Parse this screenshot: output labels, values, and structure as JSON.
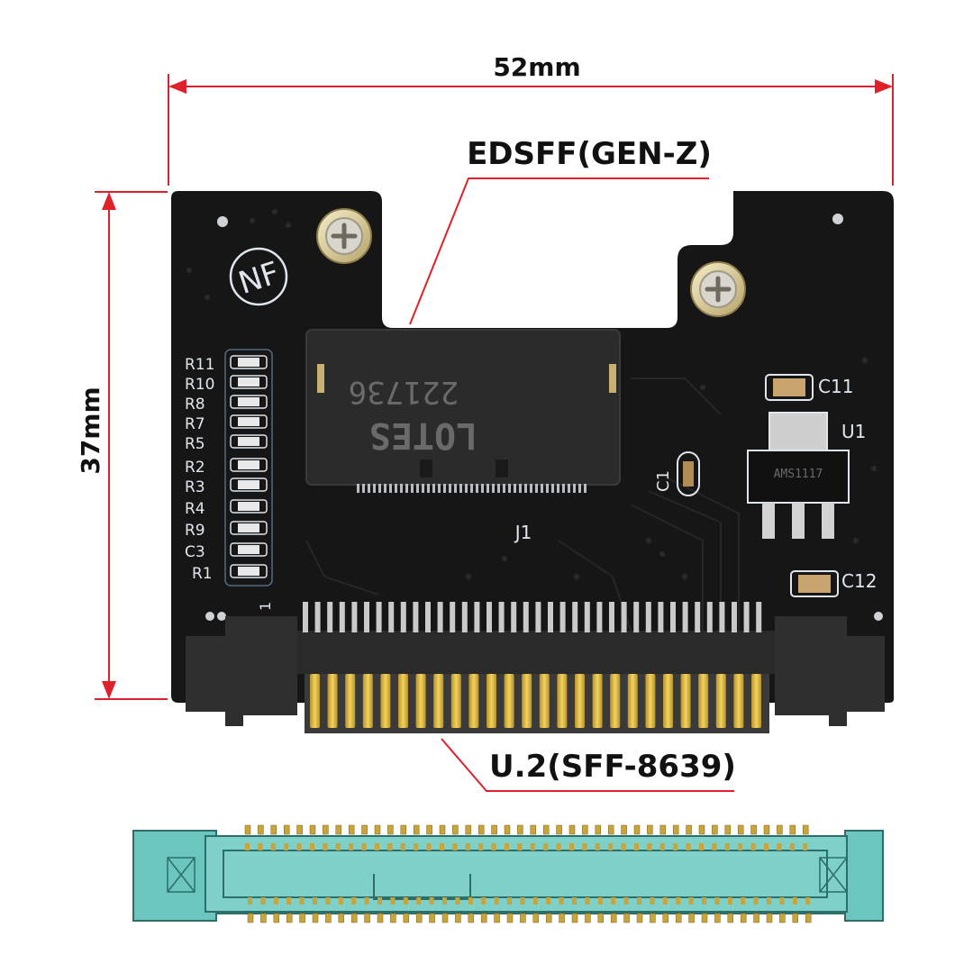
{
  "dimensions": {
    "width_label": "52mm",
    "height_label": "37mm"
  },
  "callouts": {
    "top_connector": "EDSFF(GEN-Z)",
    "bottom_connector": "U.2(SFF-8639)"
  },
  "silkscreen": {
    "logo": "NF",
    "resistor_labels": [
      "R11",
      "R10",
      "R8",
      "R7",
      "R5",
      "R2",
      "R3",
      "R4",
      "R9",
      "C3",
      "R1"
    ],
    "j1": "J1",
    "c1": "C1",
    "c11": "C11",
    "c12": "C12",
    "u1": "U1",
    "pin_marker": "1"
  },
  "chip_text": {
    "connector_code": "221736",
    "brand": "LOTES",
    "regulator": "AMS1117"
  },
  "colors": {
    "dimension_line": "#e0202a",
    "board": "#161616",
    "gold": "#d9b236",
    "diagram_fill": "#6cc6c0"
  }
}
